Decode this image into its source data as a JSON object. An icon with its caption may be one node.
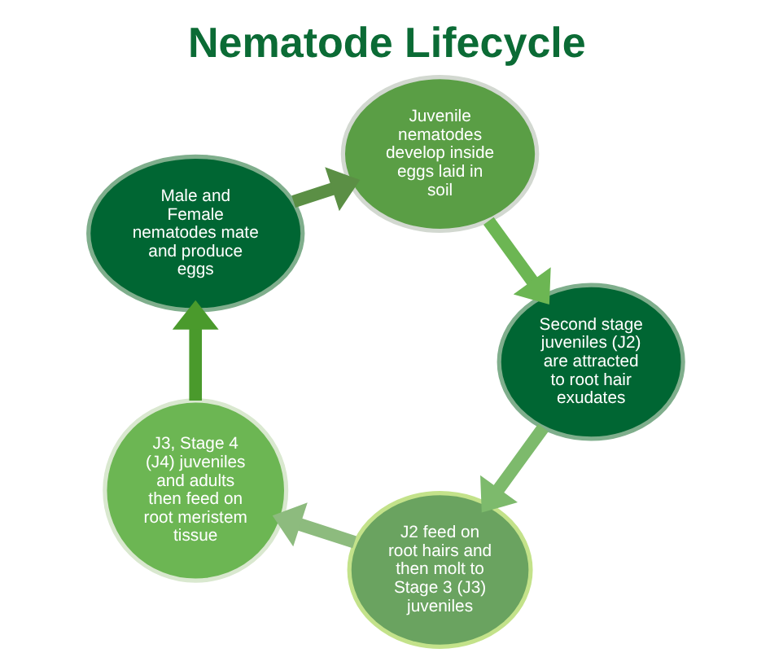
{
  "diagram": {
    "title": "Nematode Lifecycle",
    "nodes": [
      {
        "text": [
          "J2 feed on root hairs and then molt to Stage 3 (J3) juveniles"
        ]
      },
      {
        "text": [
          "J3, Stage 4 (J4) juveniles and adults then feed on root meristem tissue"
        ]
      },
      {
        "text": [
          "Male and Female nematodes mate and produce eggs"
        ]
      },
      {
        "text": [
          "Juvenile nematodes develop inside eggs laid in soil"
        ]
      },
      {
        "text": [
          "Second stage juveniles (J2) are attracted to root hair exudates"
        ]
      }
    ],
    "edges": [
      {
        "from": 0,
        "to": 1,
        "arrow": "to",
        "color": "#8dbb7e"
      },
      {
        "from": 1,
        "to": 2,
        "arrow": "to",
        "color": "#4a9a2c"
      },
      {
        "from": 2,
        "to": 3,
        "arrow": "to",
        "color": "#5b8f45"
      },
      {
        "from": 3,
        "to": 4,
        "arrow": "to",
        "color": "#6cb653"
      },
      {
        "from": 4,
        "to": 0,
        "arrow": "to",
        "color": "#7dba6c"
      }
    ]
  }
}
